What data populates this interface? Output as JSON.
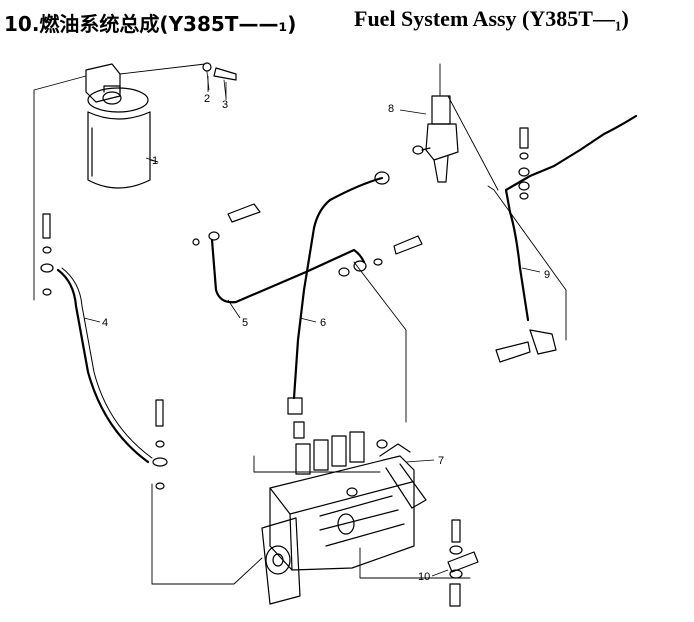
{
  "title": {
    "chinese": "10.燃油系统总成(Y385T——₁)",
    "english": "Fuel System Assy (Y385T—₁)"
  },
  "callouts": [
    "1",
    "2",
    "3",
    "4",
    "5",
    "6",
    "7",
    "8",
    "9",
    "10"
  ],
  "colors": {
    "ink": "#000000",
    "paper": "#ffffff"
  }
}
